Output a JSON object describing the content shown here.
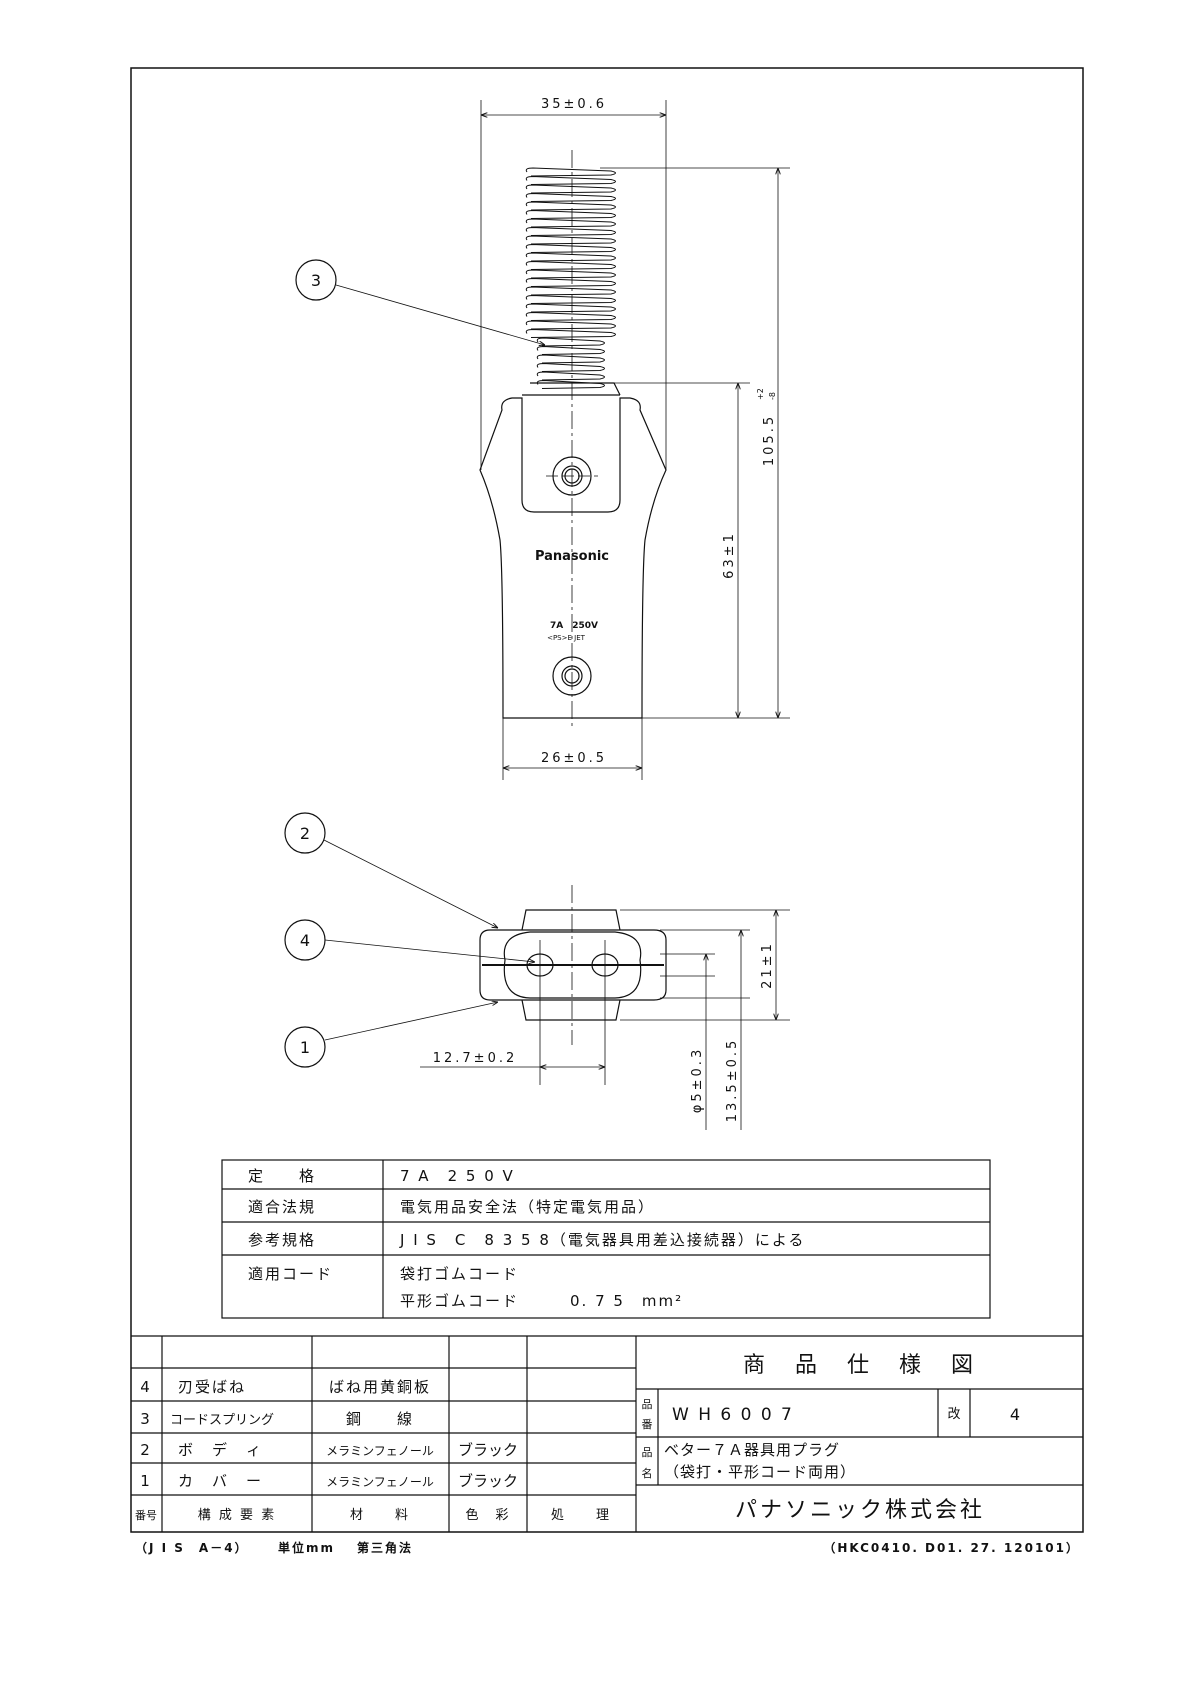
{
  "dimensions": {
    "width_top": "35±0.6",
    "total_height": "105.5",
    "total_height_tol_plus": "+2",
    "total_height_tol_minus": "-8",
    "body_height": "63±1",
    "body_width": "26±0.5",
    "depth": "21±1",
    "pin_pitch": "12.7±0.2",
    "hole_dia": "φ5±0.3",
    "pin_offset": "13.5±0.5"
  },
  "callouts": [
    "1",
    "2",
    "3",
    "4"
  ],
  "body_marking": {
    "brand": "Panasonic",
    "rating": "7A　250V",
    "cert": "<PS>E JET"
  },
  "spec_table": [
    {
      "label": "定　　格",
      "value": "7 A　2 5 0 V"
    },
    {
      "label": "適合法規",
      "value": "電気用品安全法（特定電気用品）"
    },
    {
      "label": "参考規格",
      "value": "J I S　C　8 3 5 8（電気器具用差込接続器）による"
    },
    {
      "label": "適用コード",
      "value": "袋打ゴムコード",
      "value2": "平形ゴムコード　　　0. 7 5　mm²"
    }
  ],
  "parts_table": {
    "rows": [
      {
        "no": "4",
        "name": "刃受ばね",
        "material": "ばね用黄銅板",
        "color": "",
        "treatment": ""
      },
      {
        "no": "3",
        "name": "コードスプリング",
        "material": "鋼　　線",
        "color": "",
        "treatment": ""
      },
      {
        "no": "2",
        "name": "ボ　デ　ィ",
        "material": "メラミンフェノール",
        "color": "ブラック",
        "treatment": ""
      },
      {
        "no": "1",
        "name": "カ　バ　ー",
        "material": "メラミンフェノール",
        "color": "ブラック",
        "treatment": ""
      }
    ],
    "headers": {
      "no": "番号",
      "name": "構 成 要 素",
      "material": "材　　料",
      "color": "色　彩",
      "treatment": "処　　理"
    }
  },
  "title_block": {
    "title": "商　品　仕　様　図",
    "part_no_label_1": "品",
    "part_no_label_2": "番",
    "part_no": "W H 6 0 0 7",
    "rev_label": "改",
    "rev": "4",
    "name_label_1": "品",
    "name_label_2": "名",
    "name_line1": "ベター７Ａ器具用プラグ",
    "name_line2": "（袋打・平形コード両用）",
    "company": "パナソニック株式会社"
  },
  "footer": {
    "paper": "（J I S　A－4）",
    "unit": "単位mm",
    "projection": "第三角法",
    "doc_code": "（HKC0410. D01. 27. 120101）"
  }
}
